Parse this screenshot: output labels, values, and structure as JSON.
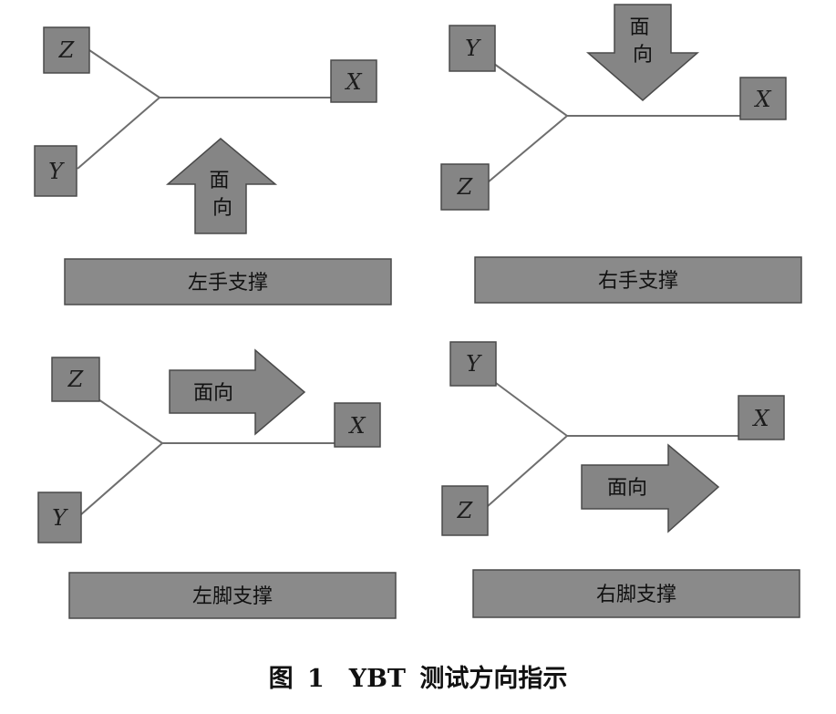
{
  "diagram": {
    "panels": [
      {
        "id": "left-hand",
        "top_label": "Z",
        "bottom_label": "Y",
        "right_label": "X",
        "caption": "左手支撑",
        "arrow_text": "面向"
      },
      {
        "id": "right-hand",
        "top_label": "Y",
        "bottom_label": "Z",
        "right_label": "X",
        "caption": "右手支撑",
        "arrow_text": "面向"
      },
      {
        "id": "left-foot",
        "top_label": "Z",
        "bottom_label": "Y",
        "right_label": "X",
        "caption": "左脚支撑",
        "arrow_text": "面向"
      },
      {
        "id": "right-foot",
        "top_label": "Y",
        "bottom_label": "Z",
        "right_label": "X",
        "caption": "右脚支撑",
        "arrow_text": "面向"
      }
    ],
    "figure_caption": "图 1　YBT 测试方向指示"
  }
}
